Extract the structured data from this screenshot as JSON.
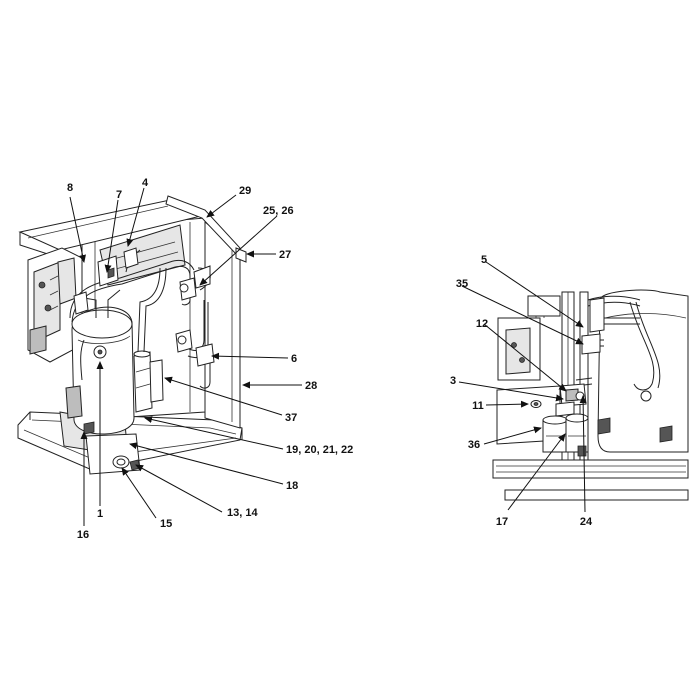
{
  "diagram": {
    "left_view": {
      "callouts": [
        {
          "id": "c1",
          "label": "1"
        },
        {
          "id": "c4",
          "label": "4"
        },
        {
          "id": "c6",
          "label": "6"
        },
        {
          "id": "c7",
          "label": "7"
        },
        {
          "id": "c8",
          "label": "8"
        },
        {
          "id": "c13",
          "label": "13, 14"
        },
        {
          "id": "c15",
          "label": "15"
        },
        {
          "id": "c16",
          "label": "16"
        },
        {
          "id": "c18",
          "label": "18"
        },
        {
          "id": "c19",
          "label": "19, 20, 21, 22"
        },
        {
          "id": "c25",
          "label": "25, 26"
        },
        {
          "id": "c27",
          "label": "27"
        },
        {
          "id": "c28",
          "label": "28"
        },
        {
          "id": "c29",
          "label": "29"
        },
        {
          "id": "c37",
          "label": "37"
        }
      ]
    },
    "right_view": {
      "callouts": [
        {
          "id": "c3",
          "label": "3"
        },
        {
          "id": "c5",
          "label": "5"
        },
        {
          "id": "c11",
          "label": "11"
        },
        {
          "id": "c12",
          "label": "12"
        },
        {
          "id": "c17",
          "label": "17"
        },
        {
          "id": "c24",
          "label": "24"
        },
        {
          "id": "c35",
          "label": "35"
        },
        {
          "id": "c36",
          "label": "36"
        }
      ]
    }
  }
}
